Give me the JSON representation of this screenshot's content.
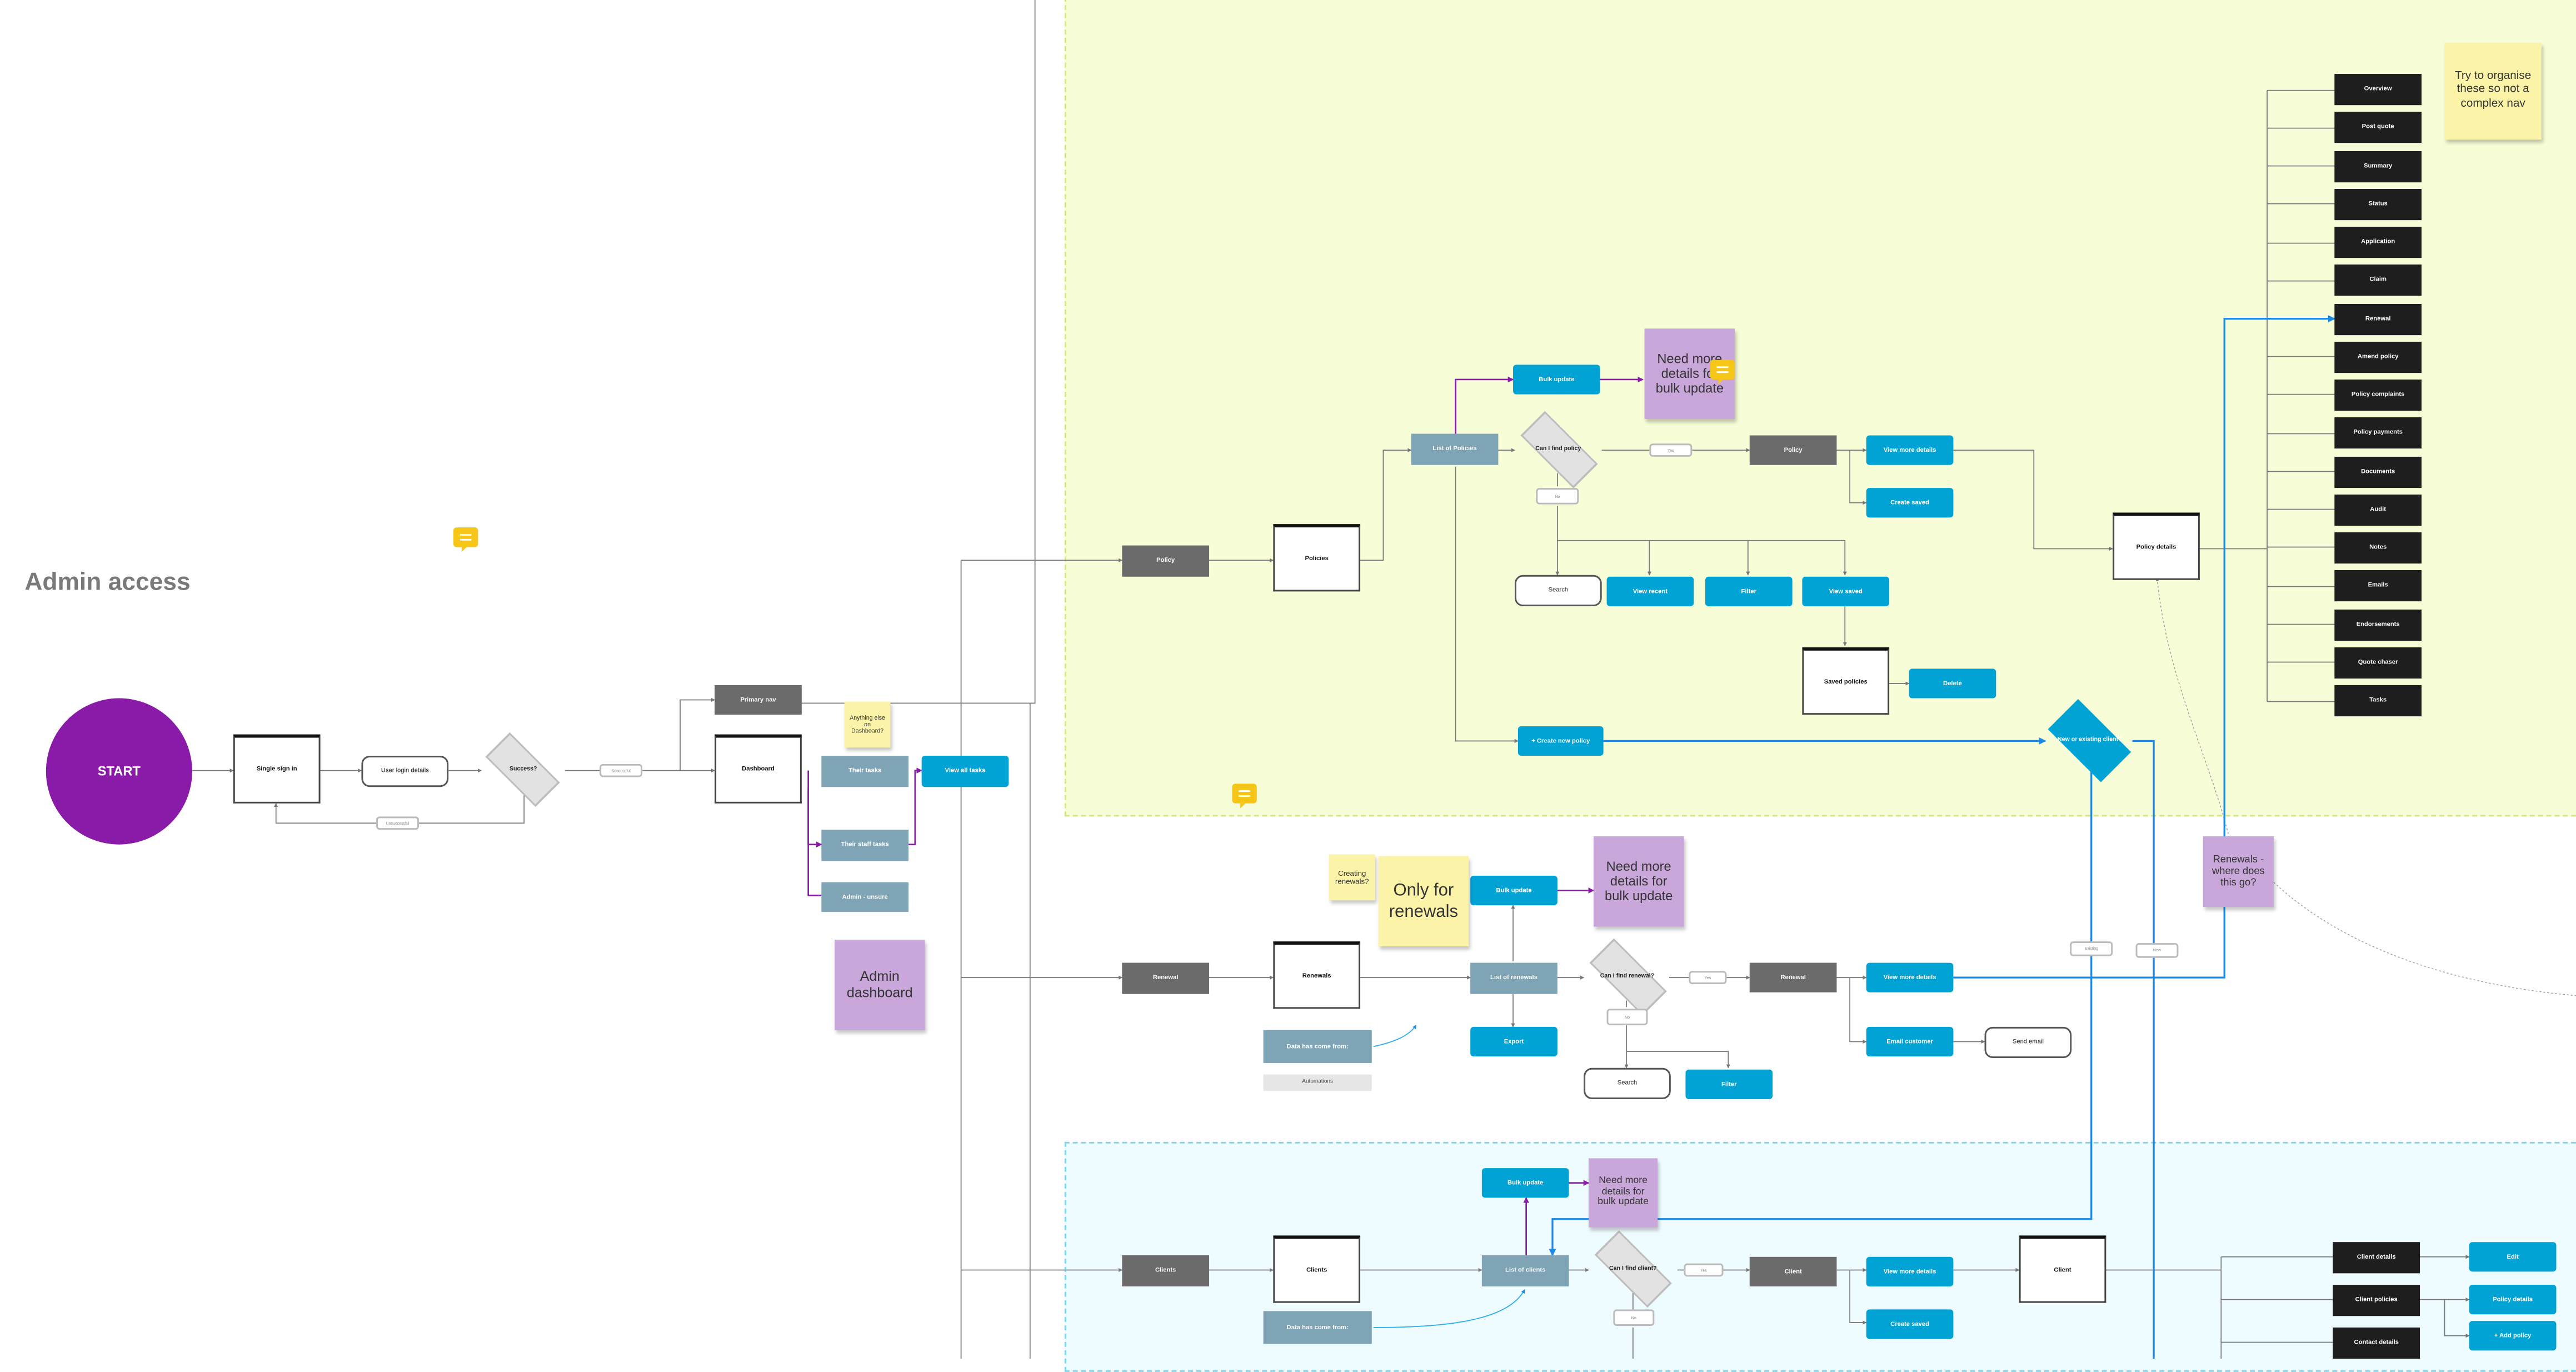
{
  "title": "Admin access",
  "colors": {
    "accent_blue": "#00a3d4",
    "purple": "#8a1aa8",
    "policy_region": "#f6fdd7",
    "clients_region": "#eefbff",
    "dark_node": "#1e1e1e",
    "grey_node": "#6b6b6b",
    "slate_node": "#7fa4b6"
  },
  "icons": [
    "comment-icon"
  ],
  "login": {
    "start": "START",
    "single_sign_in": "Single sign in",
    "user_login_details": "User login details",
    "success": "Success?",
    "successful": "Successful",
    "unsuccessful": "Unsuccessful",
    "primary_nav": "Primary nav",
    "dashboard": "Dashboard",
    "their_tasks": "Their tasks",
    "their_staff_tasks": "Their staff tasks",
    "admin_unsure": "Admin - unsure",
    "view_all_tasks": "View all tasks"
  },
  "policy": {
    "policy": "Policy",
    "policies": "Policies",
    "list_of_policies": "List of Policies",
    "bulk_update": "Bulk update",
    "can_i_find": "Can I find policy",
    "yes": "Yes",
    "no": "No",
    "policy_node": "Policy",
    "view_more_details": "View more details",
    "create_saved": "Create saved",
    "search": "Search",
    "view_recent": "View recent",
    "filter": "Filter",
    "view_saved": "View saved",
    "saved_policies": "Saved policies",
    "delete": "Delete",
    "create_new_policy": "+ Create new policy",
    "new_or_existing": "New or existing client?",
    "policy_details": "Policy details"
  },
  "policy_menu": [
    "Overview",
    "Post quote",
    "Summary",
    "Status",
    "Application",
    "Claim",
    "Renewal",
    "Amend policy",
    "Policy complaints",
    "Policy payments",
    "Documents",
    "Audit",
    "Notes",
    "Emails",
    "Endorsements",
    "Quote chaser",
    "Tasks"
  ],
  "renewal": {
    "renewal": "Renewal",
    "renewals": "Renewals",
    "bulk_update": "Bulk update",
    "list_of_renewals": "List of renewals",
    "can_i_find": "Can I find renewal?",
    "yes": "Yes",
    "no": "No",
    "renewal_node": "Renewal",
    "view_more_details": "View more details",
    "export": "Export",
    "search": "Search",
    "filter": "Filter",
    "email_customer": "Email customer",
    "send_email": "Send email",
    "data_from": "Data has come from:",
    "automations": "Automations",
    "existing": "Existing",
    "new": "New"
  },
  "clients": {
    "clients": "Clients",
    "clients_screen": "Clients",
    "bulk_update": "Bulk update",
    "list_of_clients": "List of clients",
    "can_i_find": "Can I find client?",
    "yes": "Yes",
    "no": "No",
    "client_node": "Client",
    "view_more_details": "View more details",
    "create_saved": "Create saved",
    "client_screen": "Client",
    "data_from": "Data has come from:",
    "client_details": "Client details",
    "client_policies": "Client policies",
    "contact_details": "Contact details",
    "edit": "Edit",
    "policy_details": "Policy details",
    "add_policy": "+ Add policy"
  },
  "stickies": {
    "anything_else": "Anything else on Dashboard?",
    "admin_dashboard": "Admin dashboard",
    "need_more_policies": "Need more details for bulk update",
    "try_to_organise": "Try to organise these so not a complex nav",
    "creating_renewals": "Creating renewals?",
    "only_for_renewals": "Only for renewals",
    "need_more_renewals": "Need more details for bulk update",
    "renewals_where": "Renewals - where does this go?",
    "need_more_clients": "Need more details for bulk update"
  }
}
